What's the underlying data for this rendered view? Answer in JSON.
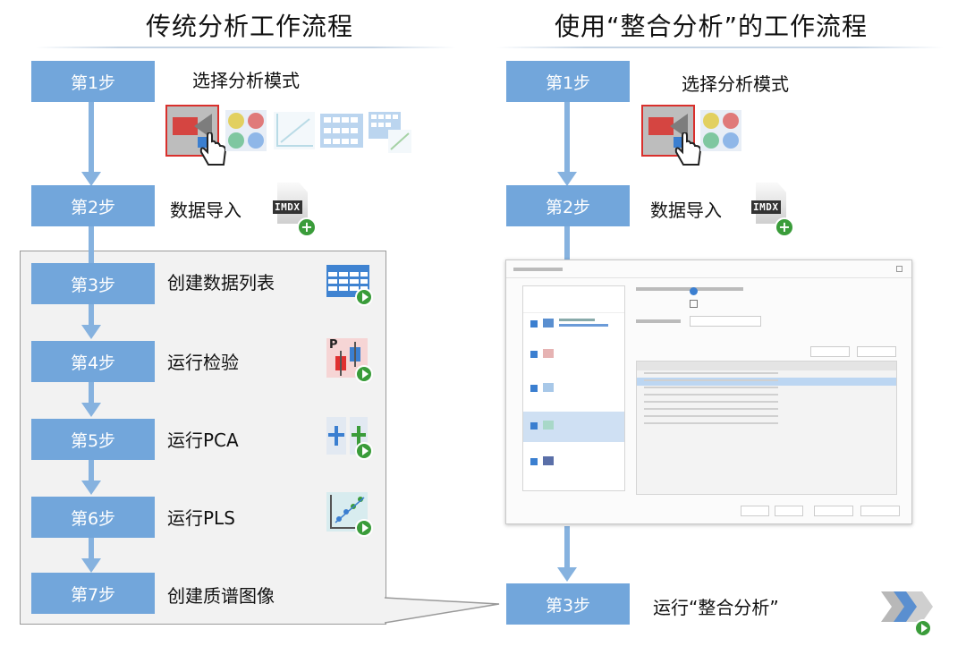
{
  "left": {
    "title": "传统分析工作流程",
    "steps": [
      {
        "label": "第1步",
        "text": "选择分析模式"
      },
      {
        "label": "第2步",
        "text": "数据导入"
      },
      {
        "label": "第3步",
        "text": "创建数据列表"
      },
      {
        "label": "第4步",
        "text": "运行检验"
      },
      {
        "label": "第5步",
        "text": "运行PCA"
      },
      {
        "label": "第6步",
        "text": "运行PLS"
      },
      {
        "label": "第7步",
        "text": "创建质谱图像"
      }
    ]
  },
  "right": {
    "title": "使用“整合分析”的工作流程",
    "steps": [
      {
        "label": "第1步",
        "text": "选择分析模式"
      },
      {
        "label": "第2步",
        "text": "数据导入"
      },
      {
        "label": "第3步",
        "text": "运行“整合分析”"
      }
    ]
  },
  "icons": {
    "doc_tag": "IMDX",
    "pca_letter": "P"
  },
  "colors": {
    "step_fill": "#72a6db",
    "arrow": "#86b2df",
    "play_green": "#3a9c3a",
    "select_red": "#d9302c"
  }
}
